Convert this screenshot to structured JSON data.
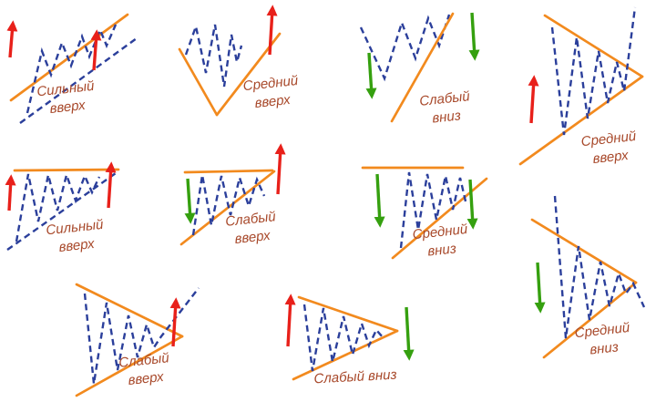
{
  "colors": {
    "trend": "#f28a1e",
    "zigzag": "#2b3f9b",
    "up": "#e8201a",
    "down": "#35a00f",
    "label": "#a8492b"
  },
  "patterns": [
    {
      "name": "strong-up-a",
      "label": "Сильный\nвверх",
      "strength": "Сильный",
      "direction": "вверх",
      "arrows": [
        "up",
        "up"
      ]
    },
    {
      "name": "medium-up-a",
      "label": "Средний\nвверх",
      "strength": "Средний",
      "direction": "вверх",
      "arrows": [
        "up"
      ]
    },
    {
      "name": "weak-down-a",
      "label": "Слабый\nвниз",
      "strength": "Слабый",
      "direction": "вниз",
      "arrows": [
        "down",
        "down"
      ]
    },
    {
      "name": "medium-up-b",
      "label": "Средний\nвверх",
      "strength": "Средний",
      "direction": "вверх",
      "arrows": [
        "up"
      ]
    },
    {
      "name": "strong-up-b",
      "label": "Сильный\nвверх",
      "strength": "Сильный",
      "direction": "вверх",
      "arrows": [
        "up",
        "up"
      ]
    },
    {
      "name": "weak-up-a",
      "label": "Слабый\nвверх",
      "strength": "Слабый",
      "direction": "вверх",
      "arrows": [
        "down",
        "up"
      ]
    },
    {
      "name": "medium-down-a",
      "label": "Средний\nвниз",
      "strength": "Средний",
      "direction": "вниз",
      "arrows": [
        "down",
        "down"
      ]
    },
    {
      "name": "medium-down-b",
      "label": "Средний\nвниз",
      "strength": "Средний",
      "direction": "вниз",
      "arrows": [
        "down"
      ]
    },
    {
      "name": "weak-up-b",
      "label": "Слабый\nвверх",
      "strength": "Слабый",
      "direction": "вверх",
      "arrows": [
        "up"
      ]
    },
    {
      "name": "weak-down-b",
      "label": "Слабый вниз",
      "strength": "Слабый",
      "direction": "вниз",
      "arrows": [
        "up",
        "down"
      ]
    }
  ]
}
